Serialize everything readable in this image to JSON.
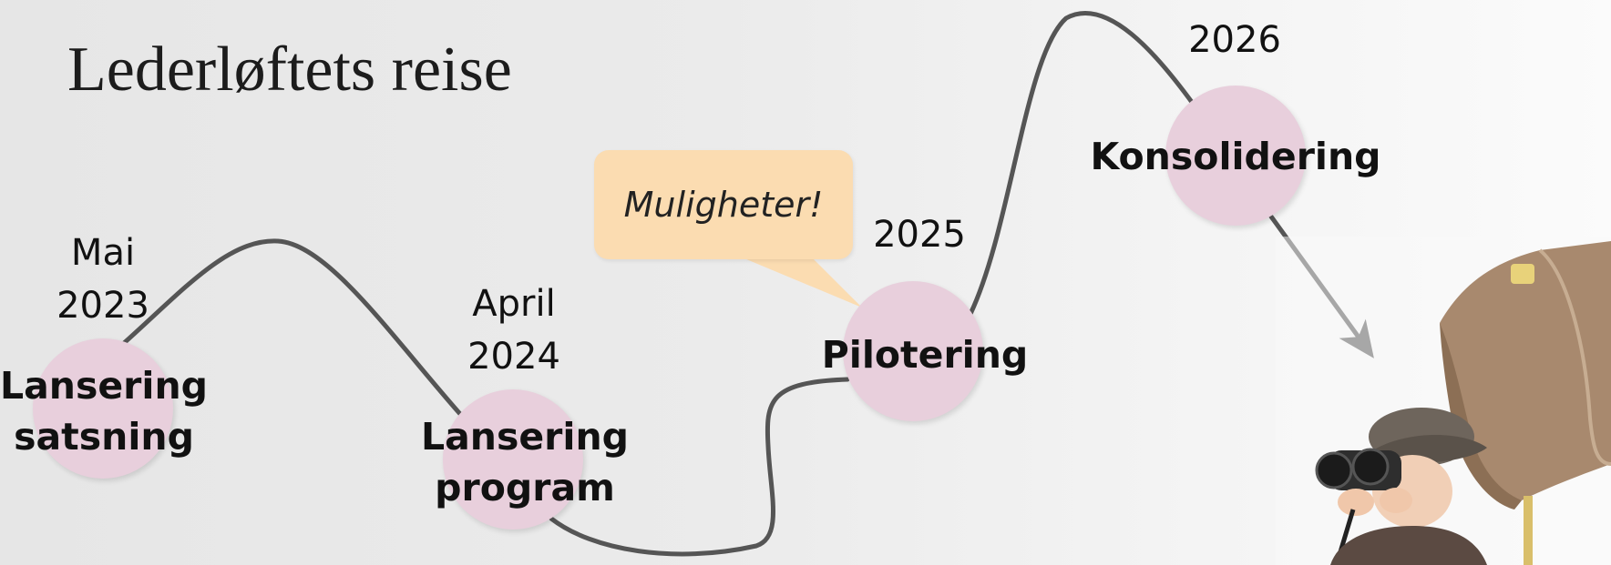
{
  "title": "Lederløftets reise",
  "callout": {
    "text": "Muligheter!"
  },
  "milestones": [
    {
      "name": "Lansering satsning",
      "lines": [
        "Lansering",
        "satsning"
      ],
      "date_lines": [
        "Mai",
        "2023"
      ]
    },
    {
      "name": "Lansering program",
      "lines": [
        "Lansering",
        "program"
      ],
      "date_lines": [
        "April",
        "2024"
      ]
    },
    {
      "name": "Pilotering",
      "lines": [
        "Pilotering"
      ],
      "date_lines": [
        "2025"
      ]
    },
    {
      "name": "Konsolidering",
      "lines": [
        "Konsolidering"
      ],
      "date_lines": [
        "2026"
      ]
    }
  ],
  "colors": {
    "milestone_fill": "#e8cfdc",
    "path_stroke": "#555555",
    "callout_fill": "#fbdcb1",
    "background": "#ebebeb"
  },
  "photo": {
    "description_icon": "child-with-binoculars-and-paper-telescope"
  }
}
